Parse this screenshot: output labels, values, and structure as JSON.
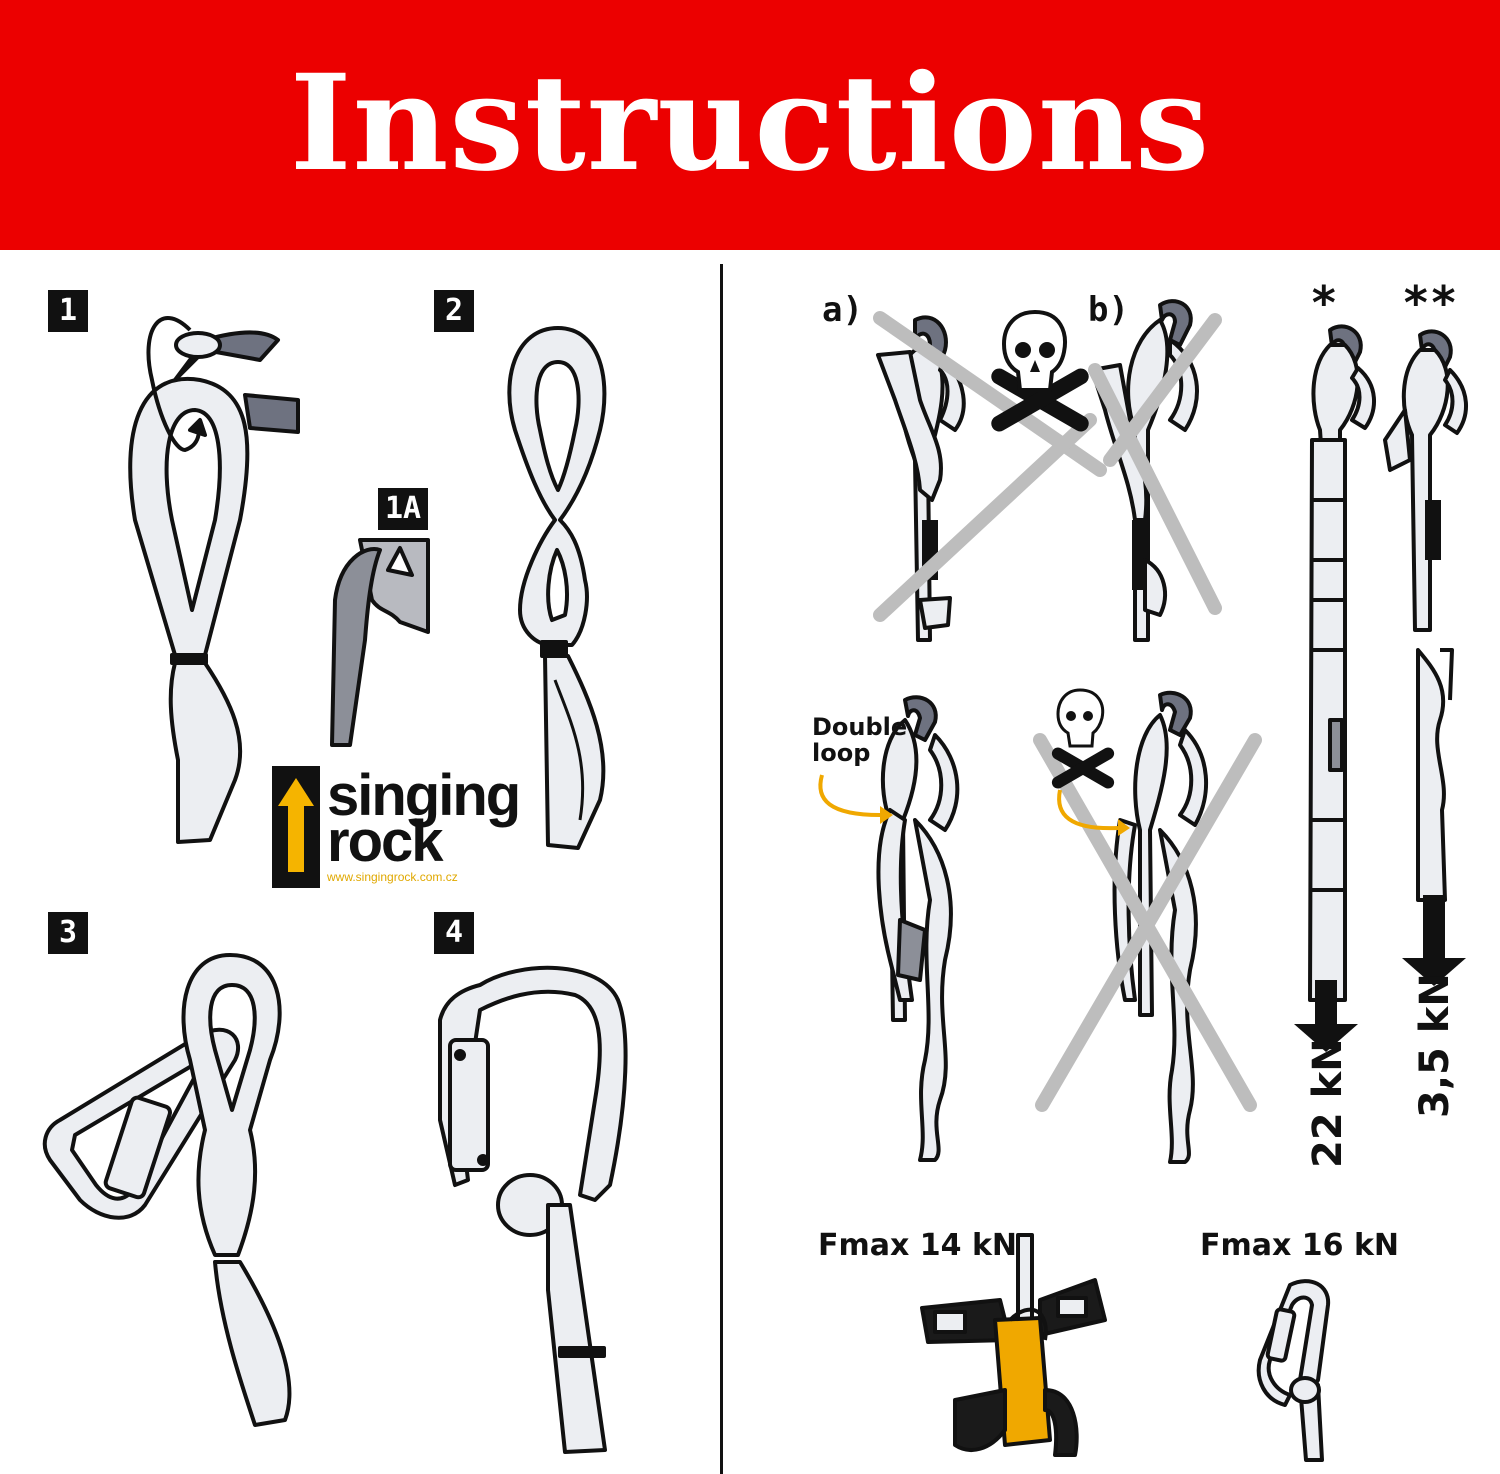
{
  "header": {
    "title": "Instructions",
    "background": "#ec0000",
    "text_color": "#ffffff"
  },
  "steps": [
    "1",
    "2",
    "1A",
    "3",
    "4"
  ],
  "logo": {
    "line1": "singing",
    "line2": "rock",
    "url": "www.singingrock.com.cz",
    "accent": "#f5b400"
  },
  "right": {
    "label_a": "a)",
    "label_b": "b)",
    "star_1": "*",
    "star_2": "**",
    "double_loop": [
      "Double",
      "loop"
    ],
    "force_1": "22 kN",
    "force_2": "3,5 kN",
    "fmax_1": "Fmax 14 kN",
    "fmax_2": "Fmax 16 kN"
  },
  "icons": [
    "skull-crossbones-icon",
    "x-cross-icon",
    "down-arrow-icon",
    "orange-arrow-icon"
  ],
  "colors": {
    "sling_fill": "#eceef2",
    "stroke": "#111111",
    "cross": "#bdbdbd",
    "orange": "#f0a800",
    "carabiner_dark": "#6e7280"
  }
}
